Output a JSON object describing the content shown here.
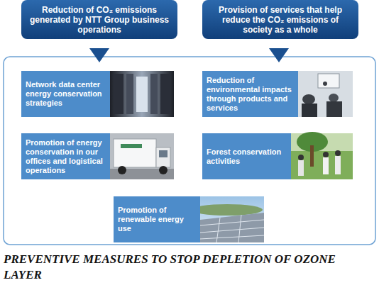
{
  "diagram": {
    "title": "PREVENTIVE MEASURES TO STOP DEPLETION OF OZONE LAYER",
    "nodes": [
      {
        "text": [
          "Reduction of CO₂ emissions generated by NTT Group business operations"
        ]
      },
      {
        "text": [
          "Provision of services that help reduce the CO₂ emissions of society as a whole"
        ]
      },
      {
        "text": [
          "Network data center energy conservation strategies"
        ]
      },
      {
        "text": [
          "Reduction of environmental impacts through products and services"
        ]
      },
      {
        "text": [
          "Promotion of energy conservation in our offices and logistical operations"
        ]
      },
      {
        "text": [
          "Forest conservation activities"
        ]
      },
      {
        "text": [
          "Promotion of renewable energy use"
        ]
      }
    ]
  }
}
